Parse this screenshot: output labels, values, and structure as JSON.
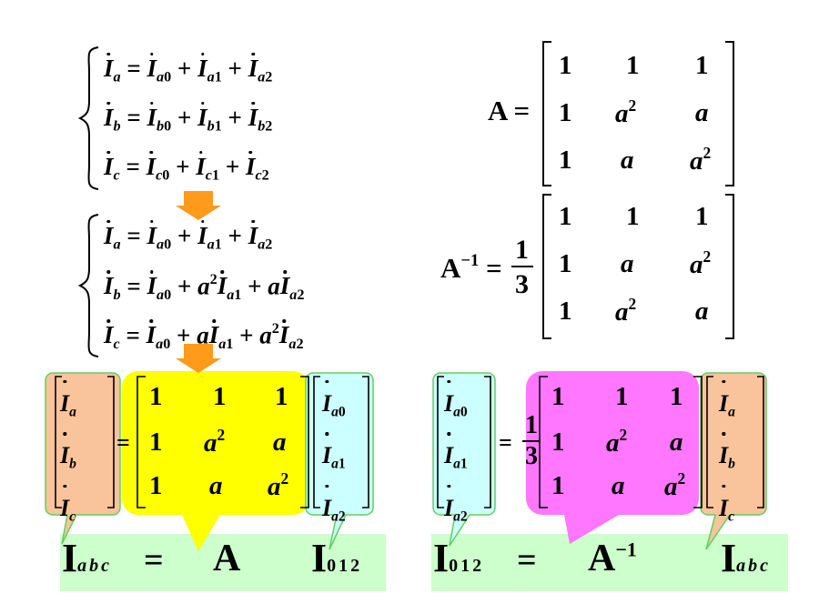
{
  "colors": {
    "orange_box": "#f9c49b",
    "yellow_box": "#ffff00",
    "cyan_box": "#ccffff",
    "magenta_box": "#ff77ff",
    "green_band": "#ccffcc",
    "arrow": "#ff9a1a",
    "callout_border": "#5fcf5f"
  },
  "icons": [
    "down-arrow-icon",
    "left-brace-icon",
    "matrix-bracket-icon"
  ],
  "labels": {
    "A": "A",
    "A_inv": "A",
    "inv_exp": "−1",
    "third_num": "1",
    "third_den": "3",
    "eq": "=",
    "I": "I",
    "abc": "abc",
    "zero12": "012"
  }
}
